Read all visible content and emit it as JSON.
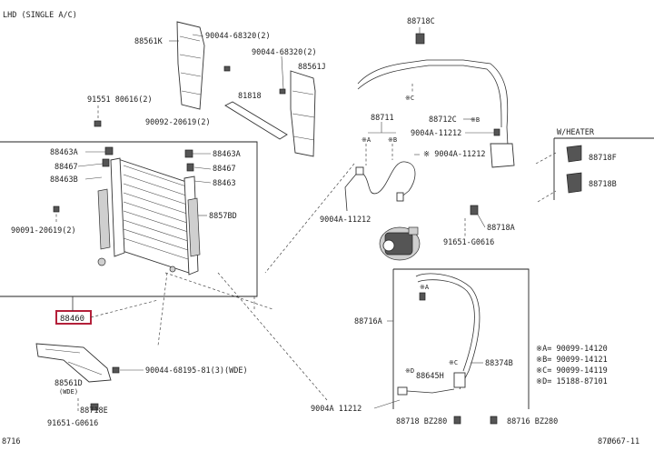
{
  "header": {
    "variant": "LHD (SINGLE A/C)"
  },
  "footer": {
    "left_code": "8716",
    "right_code": "87Ø667-11"
  },
  "labels": {
    "p88561K": "88561K",
    "p90044_68320_a": "90044-68320(2)",
    "p90044_68320_b": "90044-68320(2)",
    "p88561J": "88561J",
    "p91551": "91551 80616(2)",
    "p81818": "81818",
    "p90092": "90092-20619(2)",
    "p88718C": "88718C",
    "p88711": "88711",
    "p88712C": "88712C",
    "p9004A_a": "9004A-11212",
    "p9004A_b": "※ 9004A-11212",
    "p9004A_c": "9004A-11212",
    "p9004A_d": "9004A 11212",
    "p88463A": "88463A",
    "p88467_l": "88467",
    "p88463B": "88463B",
    "p88463A_r": "88463A",
    "p88467_r": "88467",
    "p88463_r": "88463",
    "p8857BD": "8857BD",
    "p90091": "90091-20619(2)",
    "p88460": "88460",
    "w_heater": "W/HEATER",
    "p88718F": "88718F",
    "p88718B": "88718B",
    "p88718A": "88718A",
    "p91651_r": "91651-G0616",
    "p88716A": "88716A",
    "p88645H": "88645H",
    "p88374B": "88374B",
    "p90044_68195": "90044-68195-81(3)(WDE)",
    "p88561D": "88561D",
    "p88561D_sub": "(WDE)",
    "p88718E": "88718E",
    "p91651_l": "91651-G0616",
    "p88718_bz280": "88718 BZ280",
    "p88716_bz280": "88716 BZ280"
  },
  "legend": [
    {
      "key": "※A= 90099-14120"
    },
    {
      "key": "※B= 90099-14121"
    },
    {
      "key": "※C= 90099-14119"
    },
    {
      "key": "※D= 15188-87101"
    }
  ],
  "highlight": {
    "part": "88460",
    "color": "#b4203a"
  }
}
